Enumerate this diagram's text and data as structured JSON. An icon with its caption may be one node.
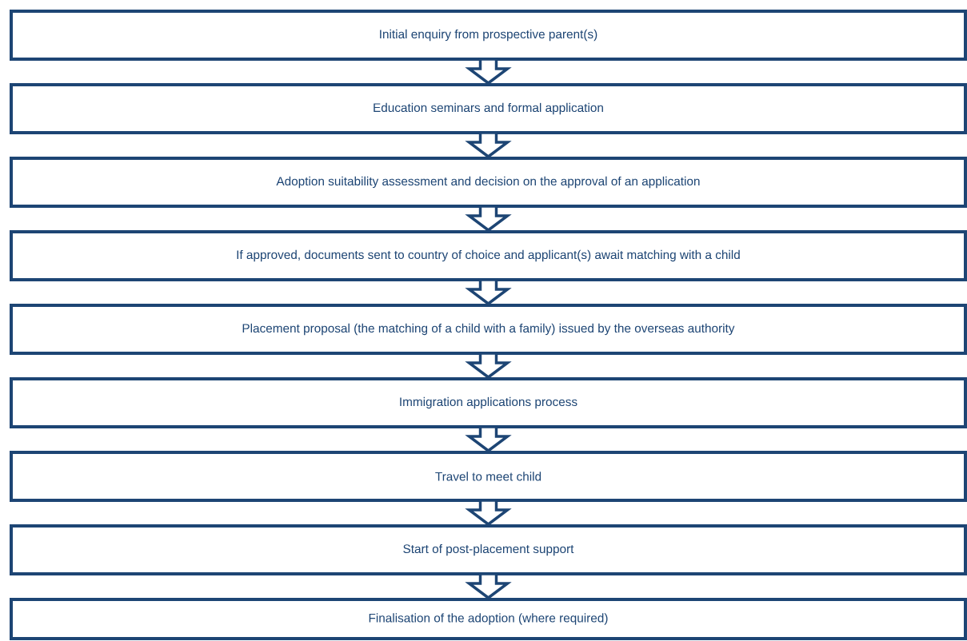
{
  "diagram": {
    "nodes": [
      {
        "text": [
          "Initial enquiry from prospective parent(s)"
        ]
      },
      {
        "text": [
          "Education seminars and formal application"
        ]
      },
      {
        "text": [
          "Adoption suitability assessment and decision on the approval of an application"
        ]
      },
      {
        "text": [
          "If approved, documents sent to country of choice and applicant(s) await matching with a child"
        ]
      },
      {
        "text": [
          "Placement proposal (the matching of a child with a family) issued by the overseas authority"
        ]
      },
      {
        "text": [
          "Immigration applications process"
        ]
      },
      {
        "text": [
          "Travel to meet child"
        ]
      },
      {
        "text": [
          "Start of post-placement support"
        ]
      },
      {
        "text": [
          "Finalisation of the adoption (where required)"
        ]
      }
    ],
    "edges": [
      {
        "from": 0,
        "to": 1,
        "arrow": "to"
      },
      {
        "from": 1,
        "to": 2,
        "arrow": "to"
      },
      {
        "from": 2,
        "to": 3,
        "arrow": "to"
      },
      {
        "from": 3,
        "to": 4,
        "arrow": "to"
      },
      {
        "from": 4,
        "to": 5,
        "arrow": "to"
      },
      {
        "from": 5,
        "to": 6,
        "arrow": "to"
      },
      {
        "from": 6,
        "to": 7,
        "arrow": "to"
      },
      {
        "from": 7,
        "to": 8,
        "arrow": "to"
      }
    ]
  }
}
